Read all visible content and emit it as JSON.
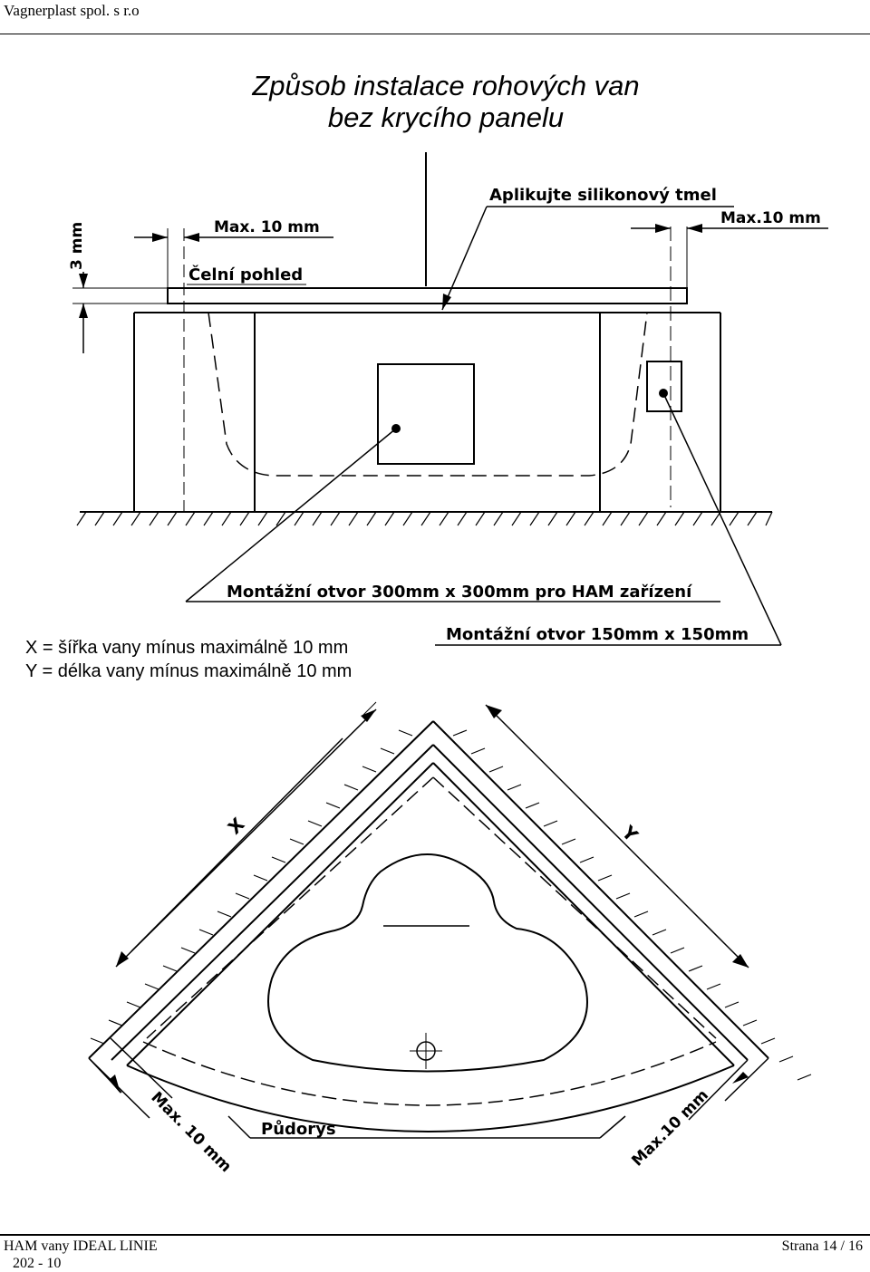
{
  "header": {
    "company": "Vagnerplast spol. s r.o"
  },
  "title": {
    "line1": "Způsob instalace rohových van",
    "line2": "bez krycího panelu"
  },
  "front_view": {
    "label_3mm": "3 mm",
    "label_max_left": "Max. 10 mm",
    "label_max_right": "Max.10 mm",
    "label_silicone": "Aplikujte silikonový tmel",
    "label_front": "Čelní pohled",
    "label_hole_big": "Montážní otvor 300mm x 300mm pro HAM zařízení",
    "label_hole_small": "Montážní otvor 150mm x 150mm"
  },
  "formulas": {
    "x": "X = šířka vany mínus maximálně 10 mm",
    "y": "Y = délka vany mínus maximálně 10 mm"
  },
  "plan_view": {
    "label_x": "X",
    "label_y": "Y",
    "label_max_left": "Max. 10 mm",
    "label_max_right": "Max.10 mm",
    "label_plan": "Půdorys"
  },
  "footer": {
    "document": "HAM vany IDEAL LINIE",
    "page": "Strana 14 / 16",
    "code": "202 - 10"
  }
}
